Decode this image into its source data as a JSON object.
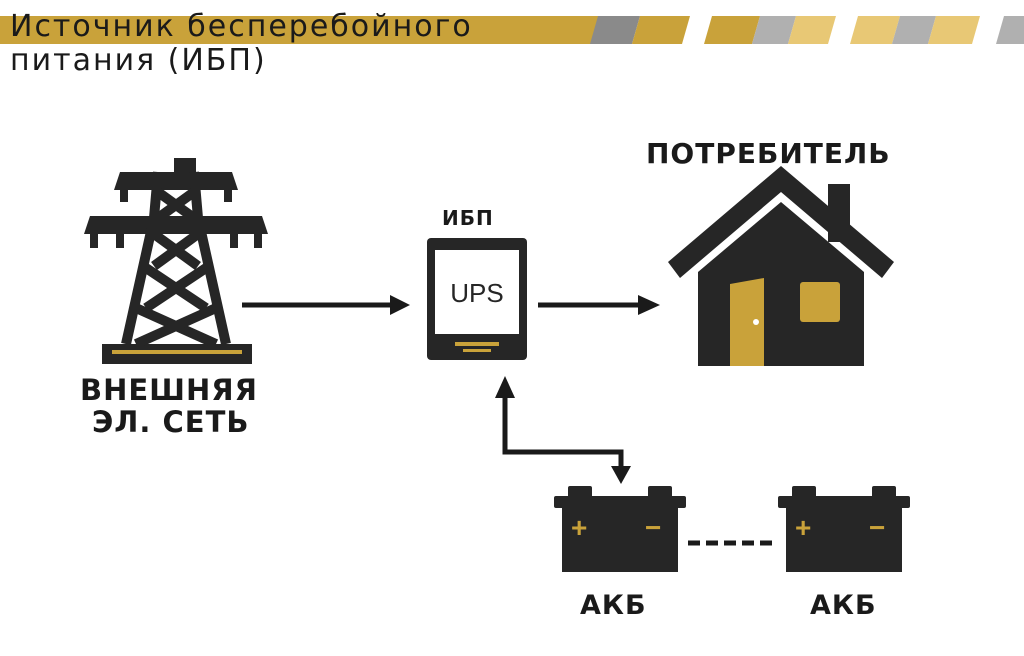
{
  "title": {
    "line1": "Источник бесперебойного",
    "line2": "питания (ИБП)"
  },
  "colors": {
    "accent": "#c9a23a",
    "dark": "#262626",
    "stripe_gray": "#8a8a8a"
  },
  "nodes": {
    "grid": {
      "label_line1": "ВНЕШНЯЯ",
      "label_line2": "ЭЛ. СЕТЬ",
      "icon": "power-tower-icon"
    },
    "ups": {
      "label": "ИБП",
      "screen_text": "UPS",
      "icon": "ups-device-icon"
    },
    "consumer": {
      "label": "ПОТРЕБИТЕЛЬ",
      "icon": "house-icon"
    },
    "battery1": {
      "label": "АКБ",
      "plus": "+",
      "minus": "−",
      "icon": "battery-icon"
    },
    "battery2": {
      "label": "АКБ",
      "plus": "+",
      "minus": "−",
      "icon": "battery-icon"
    }
  }
}
